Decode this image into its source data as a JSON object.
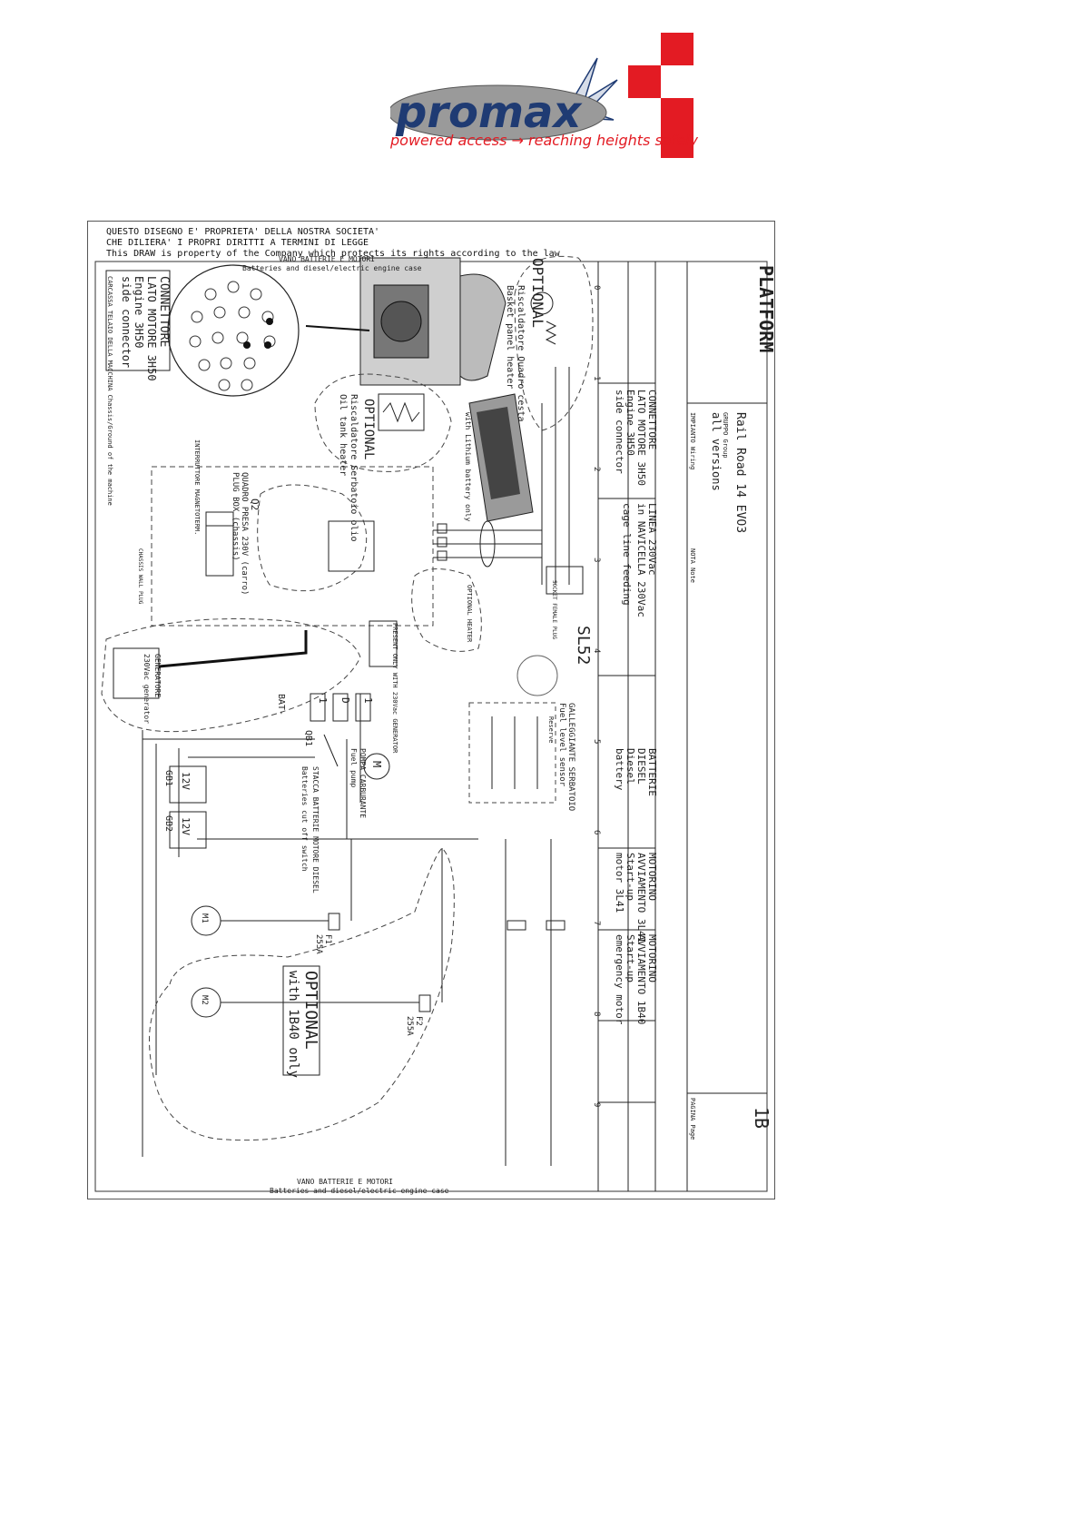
{
  "brand": {
    "name": "promax",
    "tagline": "powered access → reaching heights safely",
    "colors": {
      "logo_red": "#e31b23",
      "logo_blue": "#1f3b73",
      "logo_gray": "#8a8a8a"
    }
  },
  "drawing": {
    "header": [
      "QUESTO DISEGNO E' PROPRIETA' DELLA NOSTRA SOCIETA'",
      "CHE DILIERA' I PROPRI DIRITTI A TERMINI DI LEGGE",
      "This DRAW is property of the Company which protects its rights according to the law"
    ],
    "title_block": {
      "company": "PLATFORM",
      "title": "Rail Road 14 EVO3",
      "group_label": "GRUPPO Group",
      "versions": "all versions",
      "section": "IMPIANTO Wiring",
      "note_label": "NOTA Note",
      "sheet": "1B",
      "page_label": "PAGINA Page",
      "columns": [
        "0",
        "1",
        "2",
        "3",
        "4",
        "5",
        "6",
        "7",
        "8",
        "9"
      ],
      "sections": [
        {
          "it": "CONNETTORE",
          "it2": "LATO MOTORE 3H50",
          "en": "Engine 3H50",
          "en2": "side connector"
        },
        {
          "it": "LINEA 230Vac",
          "it2": "in NAVICELLA 230Vac",
          "en": "cage line feeding",
          "en2": ""
        },
        {
          "it": "BATTERIE",
          "it2": "DIESEL",
          "en": "Diesel",
          "en2": "battery"
        },
        {
          "it": "MOTORINO",
          "it2": "AVVIAMENTO 3L41",
          "en": "Start-up",
          "en2": "motor 3L41"
        },
        {
          "it": "MOTORINO",
          "it2": "AVVIAMENTO 1B40",
          "en": "Start-up",
          "en2": "emergency motor"
        }
      ]
    },
    "labels": {
      "engine_case_top_it": "VANO BATTERIE E MOTORI",
      "engine_case_top_en": "Batteries and diesel/electric engine case",
      "engine_case_bottom_it": "VANO BATTERIE E MOTORI",
      "engine_case_bottom_en": "Batteries and diesel/electric engine case",
      "connector_it": "CONNETTORE",
      "connector_it2": "LATO MOTORE 3H50",
      "connector_en": "Engine 3H50",
      "connector_en2": "side connector",
      "chassis_note": "CARCASSA TELAIO DELLA MACCHINA Chassis/Ground of the machine",
      "optional": "OPTIONAL",
      "optional_basket_it": "Riscaldatore Quadro cesta",
      "optional_basket_en": "Basket panel heater",
      "optional_oil_it": "Riscaldatore Serbatoio olio",
      "optional_oil_en": "Oil tank heater",
      "lithium": "with Lithium battery only",
      "plug_box_it": "QUADRO PRESA 230V (carro)",
      "plug_box_en": "PLUG BOX (chassis)",
      "q2": "Q2",
      "interruttore": "INTERRUTTORE MAGNETOTERM.",
      "chassis_wall_plug": "CHASSIS WALL PLUG",
      "socket_female": "SOCKET FEMALE PLUG",
      "optional_heater": "OPTIONAL HEATER",
      "present_only": "PRESENT ONLY WITH 230Vac GENERATOR",
      "generator_it": "GENERATORE",
      "generator_en": "230Vac generator",
      "sl52": "SL52",
      "fuel_sensor_it": "GALLEGGIANTE SERBATOIO",
      "fuel_sensor_en": "Fuel level sensor",
      "reserve": "Reserve",
      "pump_it": "POMPA CARBURANTE",
      "pump_en": "Fuel pump",
      "bat_minus": "BAT-",
      "qb1": "QB1",
      "cut_off_it": "STACCA BATTERIE MOTORE DIESEL",
      "cut_off_en": "Batteries cut off switch",
      "gb1": "GB1",
      "gb2": "GB2",
      "v12": "12V",
      "m1": "M1",
      "m2": "M2",
      "f1": "F1",
      "f1_rating": "255A",
      "f2": "F2",
      "f2_rating": "255A",
      "optional_1b40": "OPTIONAL",
      "optional_1b40_note": "with 1B40 only",
      "m_symbol": "M",
      "d_box": "D",
      "one_box": "1"
    }
  }
}
